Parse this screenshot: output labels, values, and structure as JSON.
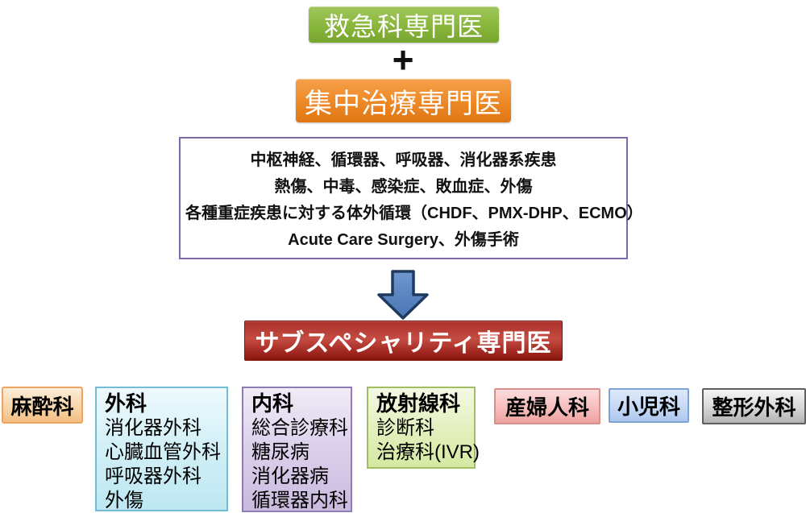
{
  "top": {
    "emergency_label": "救急科専門医",
    "plus": "+",
    "icu_label": "集中治療専門医"
  },
  "scope_box": {
    "lines": [
      "中枢神経、循環器、呼吸器、消化器系疾患",
      "熱傷、中毒、感染症、敗血症、外傷",
      "各種重症疾患に対する体外循環（CHDF、PMX-DHP、ECMO）",
      "Acute Care Surgery、外傷手術"
    ]
  },
  "subspecialty": {
    "label": "サブスペシャリティ専門医"
  },
  "departments": [
    {
      "id": "anesthesiology",
      "title": "麻酔科",
      "items": []
    },
    {
      "id": "surgery",
      "title": "外科",
      "items": [
        "消化器外科",
        "心臓血管外科",
        "呼吸器外科",
        "外傷"
      ]
    },
    {
      "id": "internal-medicine",
      "title": "内科",
      "items": [
        "総合診療科",
        "糖尿病",
        "消化器病",
        "循環器内科"
      ]
    },
    {
      "id": "radiology",
      "title": "放射線科",
      "items": [
        "診断科",
        "治療科(IVR)"
      ]
    },
    {
      "id": "obgyn",
      "title": "産婦人科",
      "items": []
    },
    {
      "id": "pediatrics",
      "title": "小児科",
      "items": []
    },
    {
      "id": "orthopedics",
      "title": "整形外科",
      "items": []
    }
  ],
  "colors": {
    "emergency_green": "#8cb93f",
    "icu_orange": "#ee8a28",
    "scope_border_purple": "#7c6aa6",
    "arrow_blue": "#5b84c2",
    "arrow_border": "#1f3a5f",
    "subspecialty_red": "#a93029",
    "anesthesiology_peach": "#f8d4a6",
    "surgery_lightblue": "#d4f0f7",
    "internal_lavender": "#ddd2ec",
    "radiology_lightgreen": "#e4f0bf",
    "obgyn_pink": "#f6bebc",
    "pediatrics_blue": "#c6d9f5",
    "orthopedics_gray": "#d6d6d6"
  }
}
